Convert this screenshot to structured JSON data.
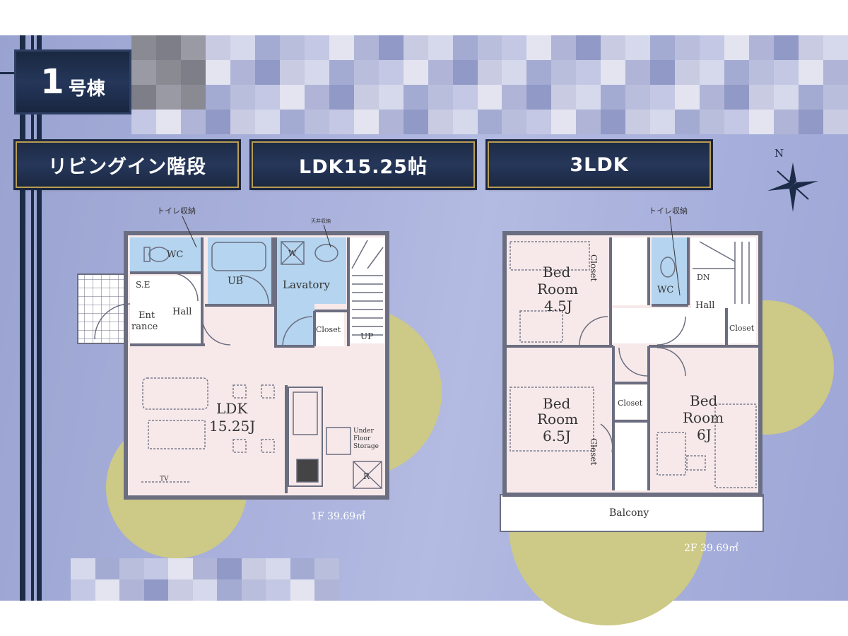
{
  "header": {
    "building_number": "1",
    "building_suffix": "号棟"
  },
  "tags": [
    "リビングイン階段",
    "LDK15.25帖",
    "3LDK"
  ],
  "compass": {
    "north": "N"
  },
  "floor1": {
    "rooms": {
      "wc": "WC",
      "ub": "UB",
      "lavatory": "Lavatory",
      "se": "S.E",
      "entrance_a": "Ent",
      "entrance_b": "rance",
      "hall": "Hall",
      "closet": "Closet",
      "up": "UP",
      "ldk": "LDK",
      "ldk_size": "15.25J",
      "under_floor_a": "Under",
      "under_floor_b": "Floor",
      "under_floor_c": "Storage",
      "r": "R",
      "w": "W",
      "tv": "TV"
    },
    "toilet_storage_label": "トイレ収納",
    "ceiling_storage_label": "天井収納",
    "area_label": "1F 39.69㎡"
  },
  "floor2": {
    "rooms": {
      "bed1_a": "Bed",
      "bed1_b": "Room",
      "bed1_size": "4.5J",
      "closet_a": "Closet",
      "wc": "WC",
      "dn": "DN",
      "hall": "Hall",
      "closet_b": "Closet",
      "bed2_a": "Bed",
      "bed2_b": "Room",
      "bed2_size": "6.5J",
      "closet_c": "Closet",
      "closet_d": "Closet",
      "bed3_a": "Bed",
      "bed3_b": "Room",
      "bed3_size": "6J",
      "balcony": "Balcony"
    },
    "toilet_storage_label": "トイレ収納",
    "area_label": "2F 39.69㎡"
  },
  "colors": {
    "panel_bg": "#a9b1dc",
    "navy": "#1c2c48",
    "gold_border": "#b79c52",
    "sun_disc": "#cdc986",
    "room_pink": "#f7e9ea",
    "wet_blue": "#b4d4ef",
    "wall": "#6b6e80"
  }
}
